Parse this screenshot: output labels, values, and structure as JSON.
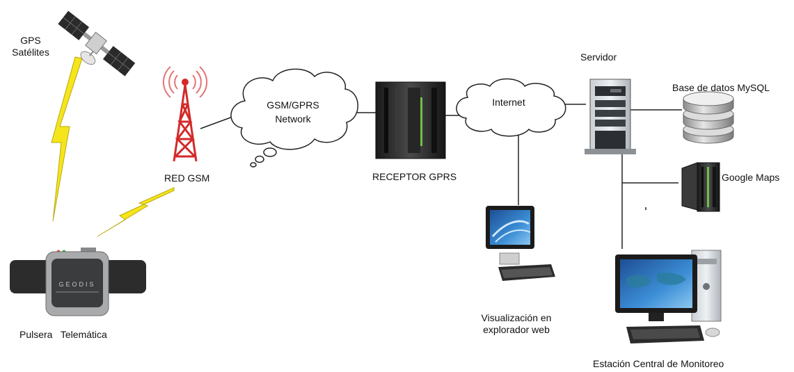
{
  "labels": {
    "gps_line1": "GPS",
    "gps_line2": "Satélites",
    "red_gsm": "RED GSM",
    "gsm_cloud_line1": "GSM/GPRS",
    "gsm_cloud_line2": "Network",
    "receptor": "RECEPTOR GPRS",
    "internet": "Internet",
    "servidor": "Servidor",
    "base_datos": "Base de datos MySQL",
    "google_maps": "Google Maps",
    "visualizacion_line1": "Visualización en",
    "visualizacion_line2": "explorador web",
    "estacion": "Estación Central de Monitoreo",
    "pulsera": "Pulsera   Telemática",
    "device_brand": "GEODIS"
  },
  "icons": {
    "satellite": "satellite-icon",
    "tower": "cell-tower-icon",
    "receiver": "rack-server-icon",
    "server": "tower-server-icon",
    "database": "database-icon",
    "maps_server": "rack-server-icon",
    "laptop": "monitor-icon",
    "workstation": "desktop-computer-icon",
    "bracelet": "smart-bracelet-icon",
    "lightning": "signal-bolt-icon"
  },
  "colors": {
    "bolt": "#f5e51b",
    "tower": "#d32a2a",
    "line": "#222222",
    "screen": "#2a6fb8"
  }
}
